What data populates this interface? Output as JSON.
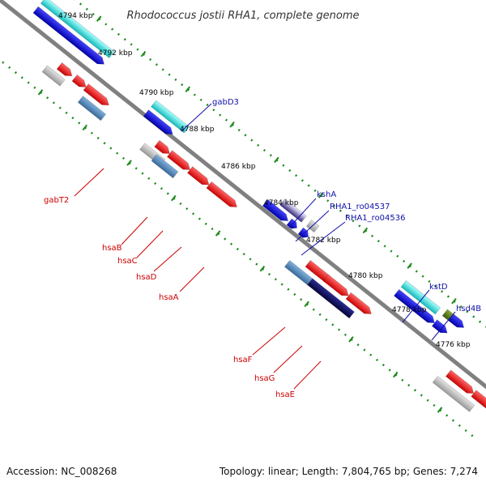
{
  "title": "Rhodococcus jostii RHA1, complete genome",
  "footer": {
    "accession": "Accession: NC_008268",
    "summary": "Topology: linear; Length: 7,804,765 bp; Genes: 7,274"
  },
  "ticks": [
    "4794 kbp",
    "4792 kbp",
    "4790 kbp",
    "4788 kbp",
    "4786 kbp",
    "4784 kbp",
    "4782 kbp",
    "4780 kbp",
    "4778 kbp",
    "4776 kbp"
  ],
  "gene_labels": {
    "upper": [
      "gabD3",
      "kshA",
      "RHA1_ro04537",
      "RHA1_ro04536",
      "kstD",
      "hsd4B"
    ],
    "lower": [
      "gabT2",
      "hsaB",
      "hsaC",
      "hsaD",
      "hsaA",
      "hsaF",
      "hsaG",
      "hsaE"
    ]
  },
  "colors": {
    "backbone": "#808080",
    "tick_dots": "#1a8a1a",
    "upper_label": "#1010aa",
    "lower_label": "#cc0000",
    "red": "#ee1111",
    "blue": "#1010dd",
    "cyan": "#22dddd",
    "steelblue": "#4682b4",
    "navy": "#0a0a60",
    "gray": "#bbbbbb",
    "olive": "#5a7a1a",
    "orange": "#ff9900",
    "purple": "#4a3a8a"
  }
}
